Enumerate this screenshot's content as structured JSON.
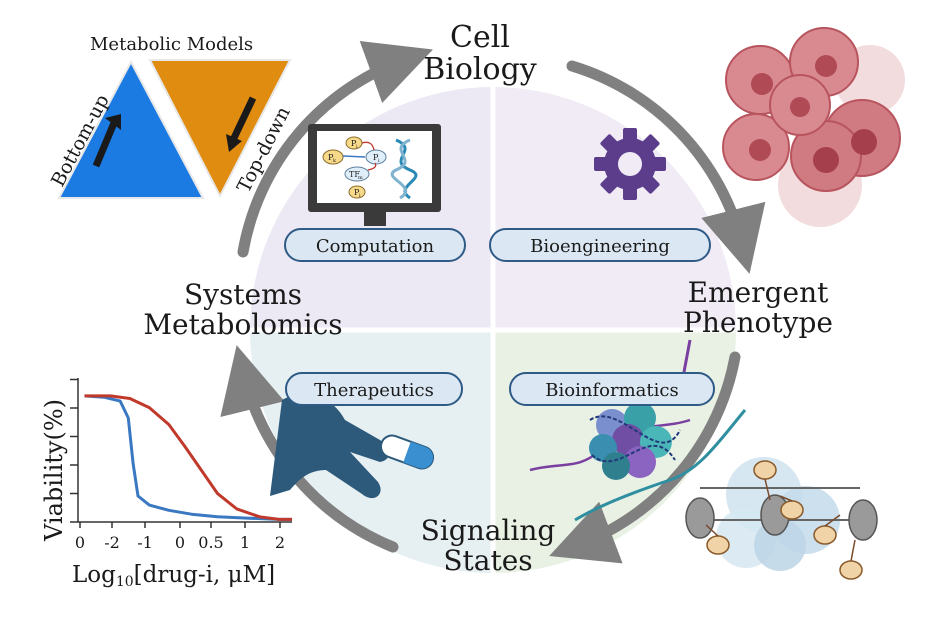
{
  "center_nodes": {
    "top": [
      "Cell",
      "Biology"
    ],
    "right": [
      "Emergent",
      "Phenotype"
    ],
    "bottom": [
      "Signaling",
      "States"
    ],
    "left": [
      "Systems",
      "Metabolomics"
    ]
  },
  "quadrant_labels": {
    "top_left": "Computation",
    "top_right": "Bioengineering",
    "bottom_left": "Therapeutics",
    "bottom_right": "Bioinformatics"
  },
  "metabolic_models": {
    "title": "Metabolic Models",
    "left_label": "Bottom-up",
    "right_label": "Top-down",
    "left_color": "#1b7be3",
    "right_color": "#e08c10"
  },
  "computer_screen_labels": [
    "P",
    "i",
    "P",
    "k",
    "P",
    "i",
    "TF",
    "m",
    "P",
    "i"
  ],
  "colors": {
    "arrow": "#808080",
    "pill_border": "#2f5b86",
    "pill_fill": "#dbe8f3",
    "gear": "#5b3d8c",
    "cells": "#c9606a",
    "curve_blue": "#3a78c2",
    "curve_red": "#c0392b"
  },
  "chart_data": {
    "type": "line",
    "title": "",
    "xlabel_main": "Log",
    "xlabel_sub": "10",
    "xlabel_rest": "[drug-i, μM]",
    "ylabel": "Viability(%)",
    "xtick_labels": [
      "0",
      "-2",
      "-1",
      "0",
      "0.5",
      "1",
      "2"
    ],
    "series": [
      {
        "color": "#3a78c2",
        "x": [
          0.2,
          0.8,
          1.3,
          1.55,
          1.7,
          1.85,
          2.2,
          2.8,
          3.5,
          4.3,
          5.2,
          6.2,
          6.6
        ],
        "y": [
          97,
          96,
          93,
          80,
          45,
          20,
          13,
          9,
          6,
          4,
          3,
          2,
          2
        ]
      },
      {
        "color": "#c0392b",
        "x": [
          0.2,
          1.0,
          1.6,
          2.2,
          2.8,
          3.3,
          3.8,
          4.3,
          4.9,
          5.6,
          6.2,
          6.6
        ],
        "y": [
          97,
          97,
          95,
          88,
          75,
          58,
          40,
          22,
          10,
          4,
          2,
          2
        ]
      }
    ],
    "xlim": [
      0,
      6.6
    ],
    "ylim": [
      0,
      100
    ]
  }
}
